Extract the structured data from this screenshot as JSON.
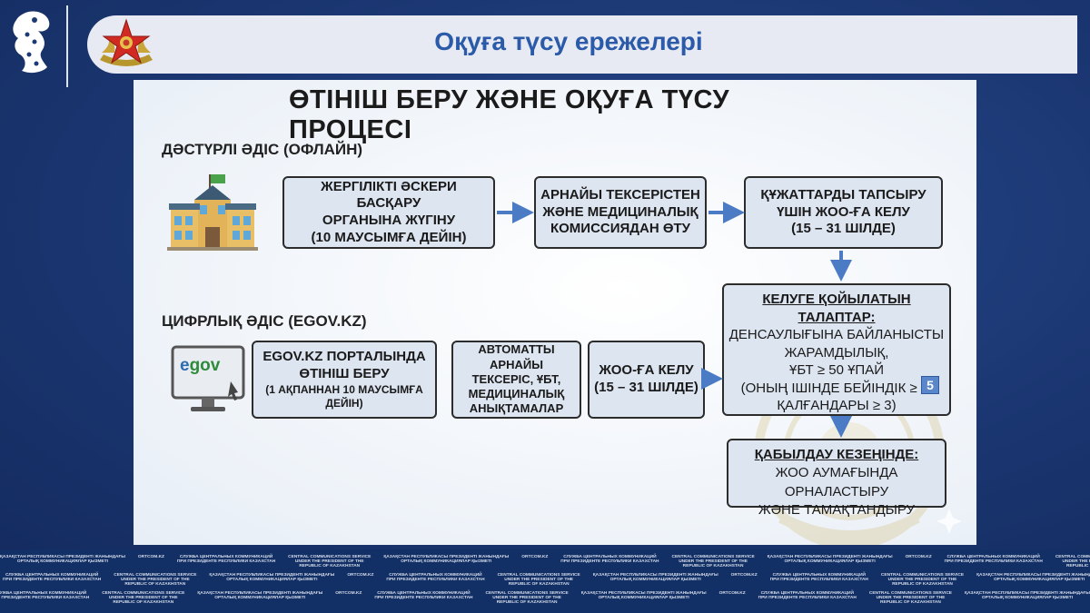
{
  "header": {
    "title": "Оқуға түсу ережелері"
  },
  "panel": {
    "title": "ӨТІНІШ БЕРУ ЖӘНЕ ОҚУҒА ТҮСУ ПРОЦЕСІ",
    "offline": {
      "heading": "ДӘСТҮРЛІ ӘДІС (ОФЛАЙН)",
      "steps": [
        [
          "ЖЕРГІЛІКТІ ӘСКЕРИ БАСҚАРУ",
          "ОРГАНЫНА ЖҮГІНУ",
          "(10 МАУСЫМҒА ДЕЙІН)"
        ],
        [
          "АРНАЙЫ ТЕКСЕРІСТЕН",
          "ЖӘНЕ МЕДИЦИНАЛЫҚ",
          "КОМИССИЯДАН ӨТУ"
        ],
        [
          "ҚҰЖАТТАРДЫ ТАПСЫРУ",
          "ҮШІН ЖОО-ҒА КЕЛУ",
          "(15 – 31 ШІЛДЕ)"
        ]
      ]
    },
    "online": {
      "heading": "ЦИФРЛЫҚ ӘДІС (EGOV.KZ)",
      "egov_logo_e": "e",
      "egov_logo_gov": "gov",
      "steps": [
        [
          "EGOV.KZ ПОРТАЛЫНДА",
          "ӨТІНІШ БЕРУ",
          "(1 АҚПАННАН 10 МАУСЫМҒА ДЕЙІН)"
        ],
        [
          "АВТОМАТТЫ АРНАЙЫ",
          "ТЕКСЕРІС, ҰБТ,",
          "МЕДИЦИНАЛЫҚ",
          "АНЫҚТАМАЛАР"
        ],
        [
          "ЖОО-ҒА КЕЛУ",
          "(15 – 31 ШІЛДЕ)"
        ]
      ]
    },
    "requirements": {
      "heading": "КЕЛУГЕ ҚОЙЫЛАТЫН ТАЛАПТАР:",
      "lines": [
        "ДЕНСАУЛЫҒЫНА БАЙЛАНЫСТЫ",
        "ЖАРАМДЫЛЫҚ,",
        "ҰБТ ≥ 50 ҰПАЙ",
        "(ОНЫҢ ІШІНДЕ БЕЙІНДІК ≥ 5,",
        "ҚАЛҒАНДАРЫ ≥ 3)"
      ]
    },
    "acceptance": {
      "heading": "ҚАБЫЛДАУ КЕЗЕҢІНДЕ:",
      "lines": [
        "ЖОО АУМАҒЫНДА ОРНАЛАСТЫРУ",
        "ЖӘНЕ ТАМАҚТАНДЫРУ"
      ]
    },
    "page_number": "5"
  },
  "footer": {
    "items": [
      [
        "ҚАЗАҚСТАН РЕСПУБЛИКАСЫ ПРЕЗИДЕНТІ ЖАНЫНДАҒЫ",
        "ОРТАЛЫҚ КОММУНИКАЦИЯЛАР ҚЫЗМЕТІ"
      ],
      [
        "ORTCOM.KZ"
      ],
      [
        "СЛУЖБА ЦЕНТРАЛЬНЫХ КОММУНИКАЦИЙ",
        "ПРИ ПРЕЗИДЕНТЕ РЕСПУБЛИКИ КАЗАХСТАН"
      ],
      [
        "CENTRAL COMMUNICATIONS SERVICE",
        "UNDER THE PRESIDENT OF THE",
        "REPUBLIC OF KAZAKHSTAN"
      ]
    ]
  },
  "colors": {
    "background": "#1d3a74",
    "title_text": "#2a5aa8",
    "box_fill": "#dde5f1",
    "arrow": "#4a7bc4"
  }
}
